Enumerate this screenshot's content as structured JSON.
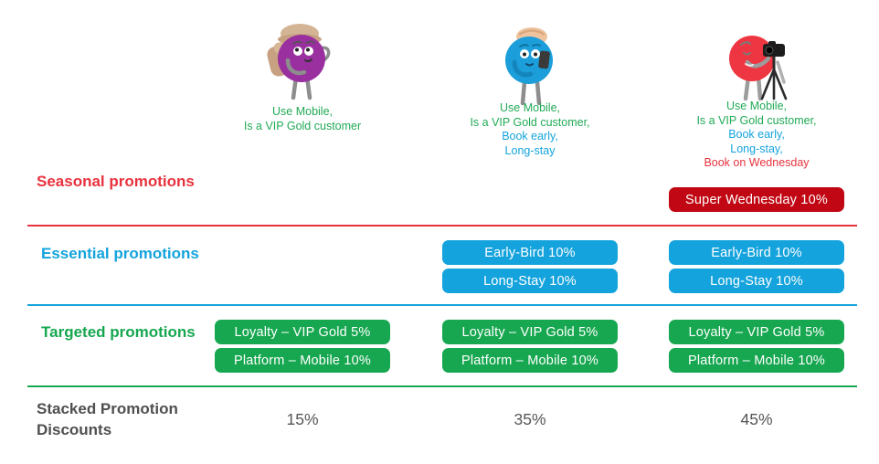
{
  "palette": {
    "seasonal_red": "#e8323e",
    "seasonal_button_red": "#c00713",
    "essential_blue": "#14a3dd",
    "targeted_green": "#17a750",
    "stacked_gray": "#4f4f4f",
    "character_purple": "#9a2f9f",
    "character_blue": "#1b9ed9",
    "character_red": "#ee3642"
  },
  "rows": {
    "seasonal": {
      "label": "Seasonal promotions"
    },
    "essential": {
      "label": "Essential promotions"
    },
    "targeted": {
      "label": "Targeted promotions"
    },
    "stacked": {
      "label": "Stacked Promotion Discounts"
    }
  },
  "columns": [
    {
      "character": "purple-backpacker-mascot",
      "traits": [
        {
          "text": "Use Mobile,",
          "color": "green"
        },
        {
          "text": "Is a VIP Gold customer",
          "color": "green"
        }
      ],
      "seasonal_promos": [],
      "essential_promos": [],
      "targeted_promos": [
        {
          "label": "Loyalty – VIP Gold 5%"
        },
        {
          "label": "Platform – Mobile 10%"
        }
      ],
      "stacked_discount": "15%"
    },
    {
      "character": "blue-mobile-user-mascot",
      "traits": [
        {
          "text": "Use Mobile,",
          "color": "green"
        },
        {
          "text": "Is a VIP Gold customer,",
          "color": "green"
        },
        {
          "text": "Book early,",
          "color": "blue"
        },
        {
          "text": "Long-stay",
          "color": "blue"
        }
      ],
      "seasonal_promos": [],
      "essential_promos": [
        {
          "label": "Early-Bird 10%"
        },
        {
          "label": "Long-Stay 10%"
        }
      ],
      "targeted_promos": [
        {
          "label": "Loyalty – VIP Gold 5%"
        },
        {
          "label": "Platform – Mobile 10%"
        }
      ],
      "stacked_discount": "35%"
    },
    {
      "character": "red-photographer-mascot",
      "traits": [
        {
          "text": "Use Mobile,",
          "color": "green"
        },
        {
          "text": "Is a VIP Gold customer,",
          "color": "green"
        },
        {
          "text": "Book early,",
          "color": "blue"
        },
        {
          "text": "Long-stay,",
          "color": "blue"
        },
        {
          "text": "Book on Wednesday",
          "color": "red"
        }
      ],
      "seasonal_promos": [
        {
          "label": "Super Wednesday 10%"
        }
      ],
      "essential_promos": [
        {
          "label": "Early-Bird 10%"
        },
        {
          "label": "Long-Stay 10%"
        }
      ],
      "targeted_promos": [
        {
          "label": "Loyalty – VIP Gold 5%"
        },
        {
          "label": "Platform – Mobile 10%"
        }
      ],
      "stacked_discount": "45%"
    }
  ]
}
